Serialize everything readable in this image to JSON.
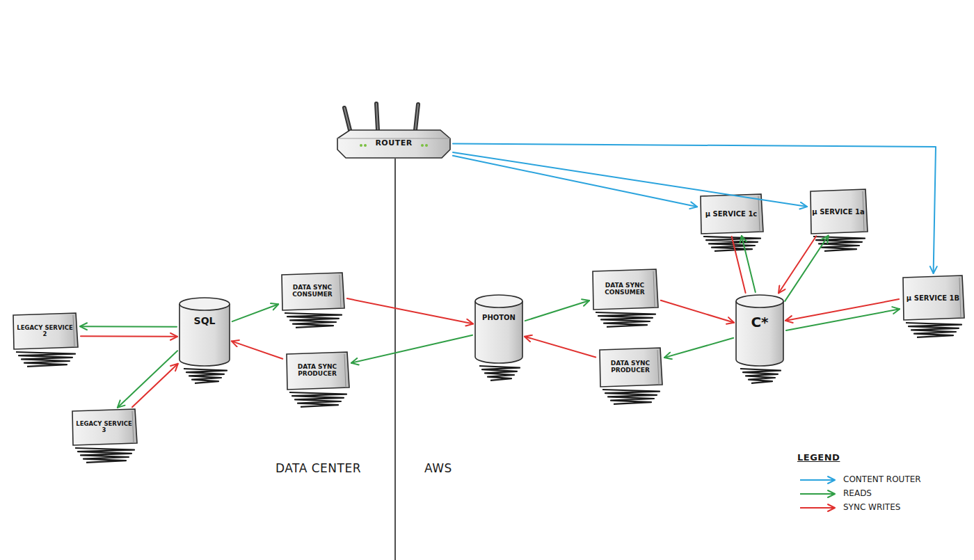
{
  "diagram": {
    "nodes": [
      {
        "text": [
          "ROUTER"
        ]
      },
      {
        "text": [
          "LEGACY SERVICE 2"
        ]
      },
      {
        "text": [
          "SQL"
        ]
      },
      {
        "text": [
          "DATA SYNC CONSUMER"
        ]
      },
      {
        "text": [
          "DATA SYNC PRODUCER"
        ]
      },
      {
        "text": [
          "LEGACY SERVICE 3"
        ]
      },
      {
        "text": [
          "PHOTON"
        ]
      },
      {
        "text": [
          "DATA SYNC CONSUMER"
        ]
      },
      {
        "text": [
          "DATA SYNC PRODUCER"
        ]
      },
      {
        "text": [
          "C*"
        ]
      },
      {
        "text": [
          "μ SERVICE 1c"
        ]
      },
      {
        "text": [
          "μ SERVICE 1a"
        ]
      },
      {
        "text": [
          "μ SERVICE 1B"
        ]
      }
    ],
    "edges": [
      {
        "from": 0,
        "to": 10,
        "arrow": "to"
      },
      {
        "from": 0,
        "to": 11,
        "arrow": "to"
      },
      {
        "from": 0,
        "to": 12,
        "arrow": "to"
      },
      {
        "from": 1,
        "to": 2,
        "arrow": "to"
      },
      {
        "from": 2,
        "to": 1,
        "arrow": "to"
      },
      {
        "from": 5,
        "to": 2,
        "arrow": "to"
      },
      {
        "from": 2,
        "to": 5,
        "arrow": "to"
      },
      {
        "from": 2,
        "to": 3,
        "arrow": "to"
      },
      {
        "from": 3,
        "to": 6,
        "arrow": "to"
      },
      {
        "from": 6,
        "to": 4,
        "arrow": "to"
      },
      {
        "from": 4,
        "to": 2,
        "arrow": "to"
      },
      {
        "from": 6,
        "to": 7,
        "arrow": "to"
      },
      {
        "from": 7,
        "to": 9,
        "arrow": "to"
      },
      {
        "from": 9,
        "to": 8,
        "arrow": "to"
      },
      {
        "from": 8,
        "to": 6,
        "arrow": "to"
      },
      {
        "from": 9,
        "to": 10,
        "arrow": "to"
      },
      {
        "from": 10,
        "to": 9,
        "arrow": "none"
      },
      {
        "from": 9,
        "to": 11,
        "arrow": "to"
      },
      {
        "from": 11,
        "to": 9,
        "arrow": "to"
      },
      {
        "from": 12,
        "to": 9,
        "arrow": "to"
      },
      {
        "from": 9,
        "to": 12,
        "arrow": "to"
      }
    ],
    "labels": [
      "DATA CENTER",
      "AWS",
      "LEGEND"
    ],
    "legend": [
      {
        "text": "CONTENT ROUTER",
        "color": "#2aa3dd"
      },
      {
        "text": "READS",
        "color": "#2f9e45"
      },
      {
        "text": "SYNC WRITES",
        "color": "#e0302e"
      }
    ]
  }
}
